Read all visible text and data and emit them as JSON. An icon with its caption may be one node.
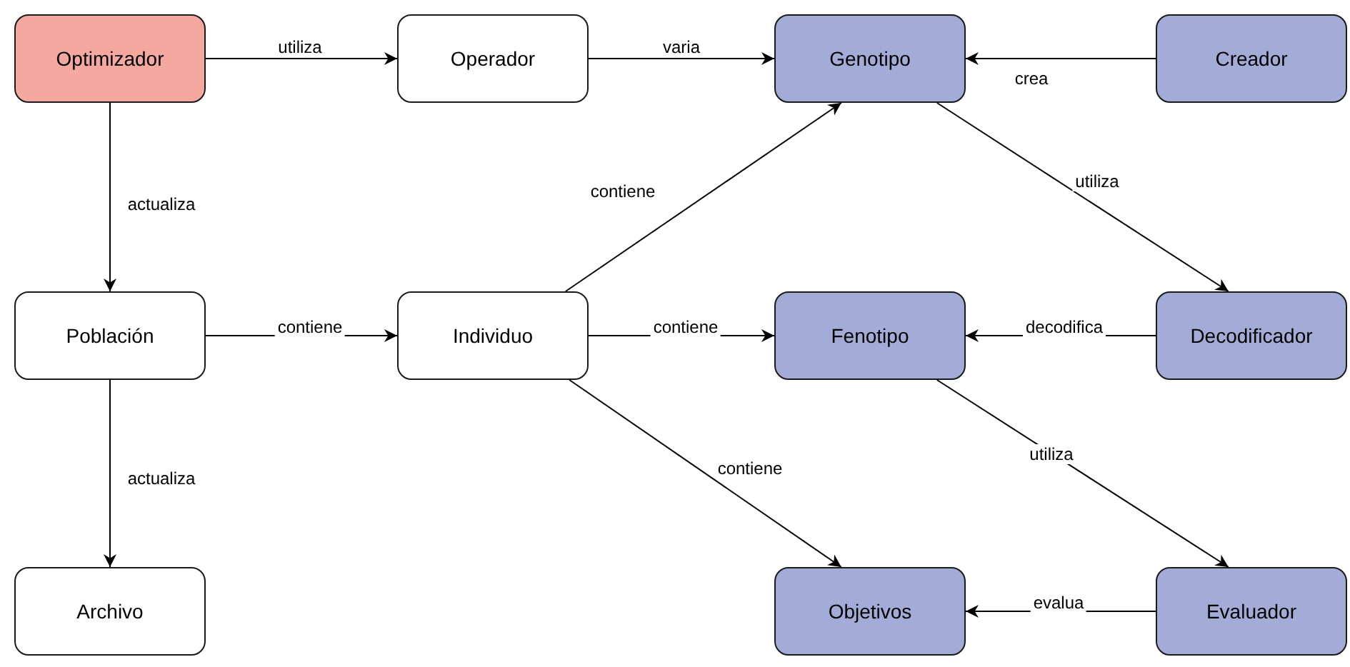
{
  "diagram": {
    "nodes": [
      {
        "text": [
          "Optimizador"
        ]
      },
      {
        "text": [
          "Operador"
        ]
      },
      {
        "text": [
          "Genotipo"
        ]
      },
      {
        "text": [
          "Creador"
        ]
      },
      {
        "text": [
          "Población"
        ]
      },
      {
        "text": [
          "Individuo"
        ]
      },
      {
        "text": [
          "Fenotipo"
        ]
      },
      {
        "text": [
          "Decodificador"
        ]
      },
      {
        "text": [
          "Archivo"
        ]
      },
      {
        "text": [
          "Objetivos"
        ]
      },
      {
        "text": [
          "Evaluador"
        ]
      }
    ],
    "edges": [
      {
        "from": 0,
        "to": 1,
        "arrow": "to",
        "label": "utiliza"
      },
      {
        "from": 1,
        "to": 2,
        "arrow": "to",
        "label": "varia"
      },
      {
        "from": 3,
        "to": 2,
        "arrow": "to",
        "label": "crea"
      },
      {
        "from": 0,
        "to": 4,
        "arrow": "to",
        "label": "actualiza"
      },
      {
        "from": 2,
        "to": 7,
        "arrow": "to",
        "label": "utiliza"
      },
      {
        "from": 4,
        "to": 5,
        "arrow": "to",
        "label": "contiene"
      },
      {
        "from": 5,
        "to": 2,
        "arrow": "to",
        "label": "contiene"
      },
      {
        "from": 5,
        "to": 6,
        "arrow": "to",
        "label": "contiene"
      },
      {
        "from": 7,
        "to": 6,
        "arrow": "to",
        "label": "decodifica"
      },
      {
        "from": 4,
        "to": 8,
        "arrow": "to",
        "label": "actualiza"
      },
      {
        "from": 5,
        "to": 9,
        "arrow": "to",
        "label": "contiene"
      },
      {
        "from": 6,
        "to": 10,
        "arrow": "to",
        "label": "utiliza"
      },
      {
        "from": 10,
        "to": 9,
        "arrow": "to",
        "label": "evalua"
      }
    ]
  }
}
